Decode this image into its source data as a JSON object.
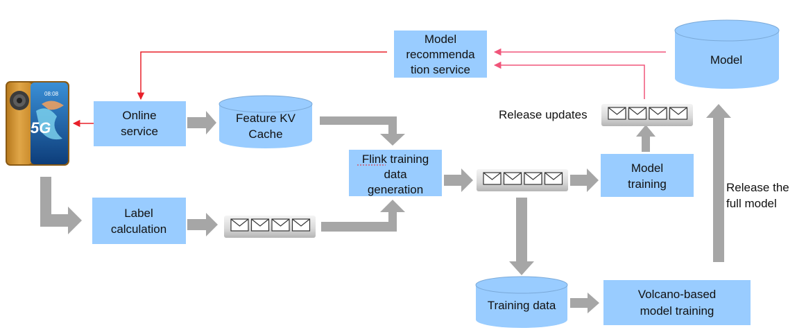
{
  "colors": {
    "box_fill": "#99ccff",
    "arrow_gray": "#a6a6a6",
    "arrow_red": "#e8202a",
    "arrow_pink": "#f0557a"
  },
  "boxes": {
    "online_service": [
      "Online",
      "service"
    ],
    "label_calculation": [
      "Label",
      "calculation"
    ],
    "flink": [
      "Flink training",
      "data",
      "generation"
    ],
    "model_recommendation": [
      "Model",
      "recommenda",
      "tion service"
    ],
    "model_training": [
      "Model",
      "training"
    ],
    "volcano": [
      "Volcano-based",
      "model training"
    ]
  },
  "cylinders": {
    "feature_kv": [
      "Feature KV",
      "Cache"
    ],
    "model": [
      "Model"
    ],
    "training_data": [
      "Training data"
    ]
  },
  "labels": {
    "release_updates": "Release updates",
    "release_full_model": [
      "Release the",
      "full model"
    ]
  },
  "icons": {
    "phone": "phone-5g-icon",
    "queue": "message-queue-icon",
    "envelope": "envelope-icon"
  }
}
